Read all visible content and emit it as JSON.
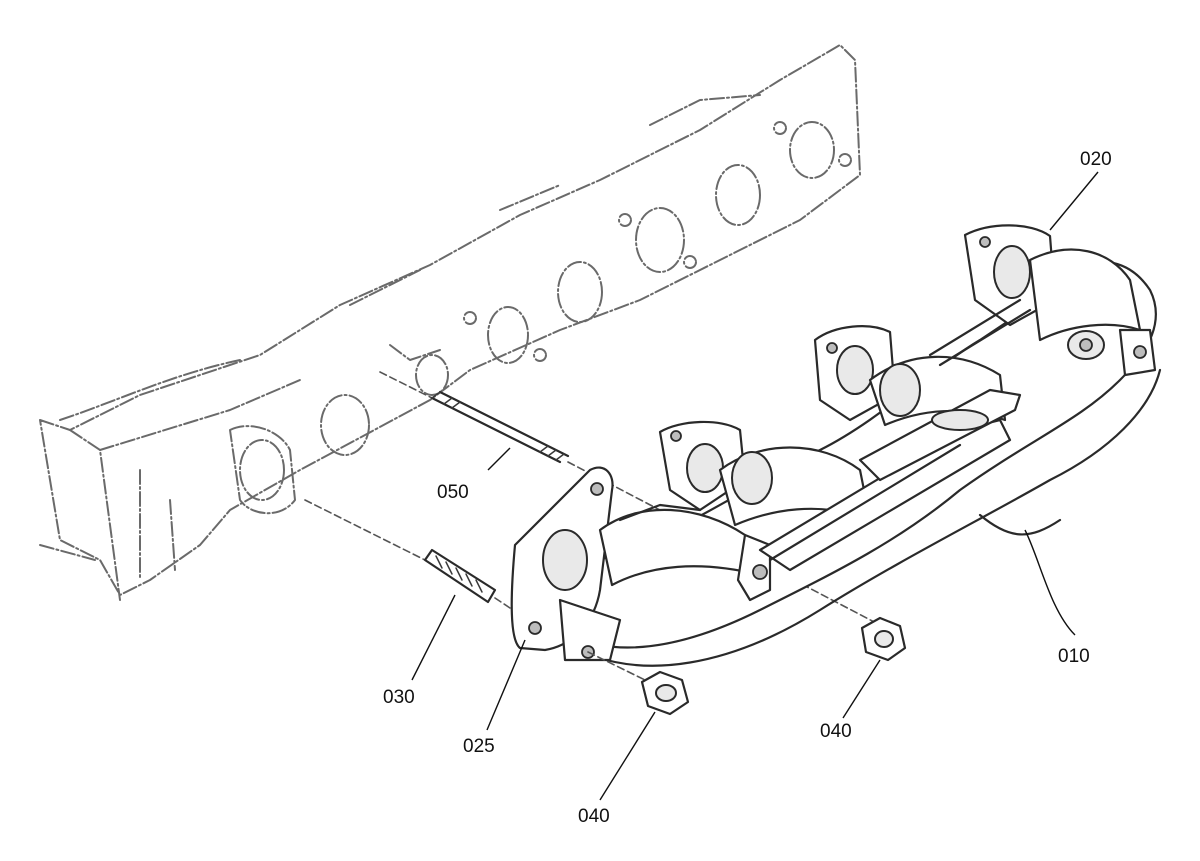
{
  "callouts": {
    "p010": "010",
    "p020": "020",
    "p025": "025",
    "p030": "030",
    "p040_left": "040",
    "p040_right": "040",
    "p050": "050"
  }
}
